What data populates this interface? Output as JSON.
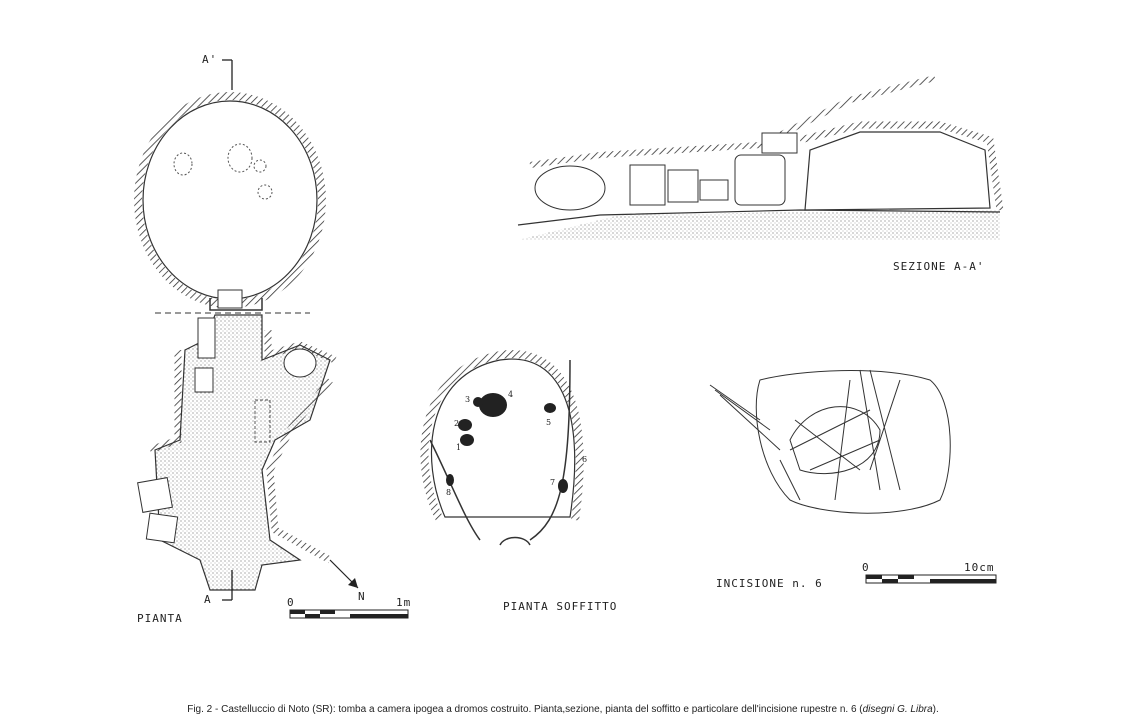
{
  "plan": {
    "label": "PIANTA",
    "section_top": "A'",
    "section_bottom": "A",
    "north": "N",
    "scale_start": "0",
    "scale_end": "1m"
  },
  "section": {
    "label": "SEZIONE A-A'"
  },
  "ceiling": {
    "label": "PIANTA SOFFITTO",
    "markers": [
      "1",
      "2",
      "3",
      "4",
      "5",
      "6",
      "7",
      "8"
    ]
  },
  "engraving": {
    "label": "INCISIONE n. 6",
    "scale_start": "0",
    "scale_end": "10cm"
  },
  "caption": {
    "text": "Fig. 2 - Castelluccio di Noto (SR): tomba a camera ipogea a dromos costruito. Pianta,sezione, pianta del soffitto e particolare dell'incisione rupestre n. 6 (",
    "credit": "disegni G. Libra",
    "end": ")."
  }
}
